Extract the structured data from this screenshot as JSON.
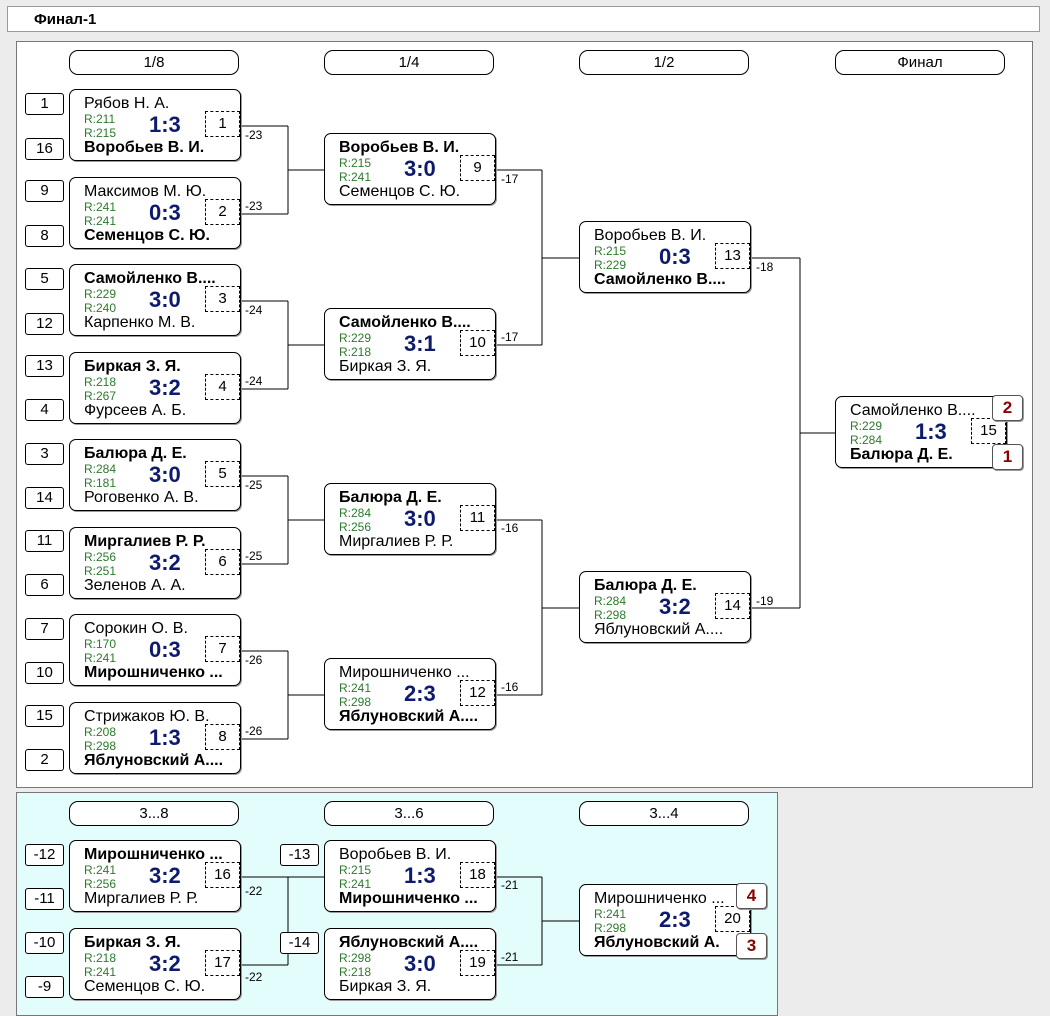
{
  "title": "Финал-1",
  "rounds": [
    "1/8",
    "1/4",
    "1/2",
    "Финал"
  ],
  "cons_rounds": [
    "3...8",
    "3...6",
    "3...4"
  ],
  "seeds": [
    "1",
    "16",
    "9",
    "8",
    "5",
    "12",
    "13",
    "4",
    "3",
    "14",
    "11",
    "6",
    "7",
    "10",
    "15",
    "2"
  ],
  "cons_seeds": [
    "-12",
    "-11",
    "-10",
    "-9",
    "-13",
    "-14"
  ],
  "matches": [
    {
      "p1": "Рябов Н. А.",
      "p2": "Воробьев В. И.",
      "r1": "R:211",
      "r2": "R:215",
      "score": "1:3",
      "num": "1",
      "winner": 2
    },
    {
      "p1": "Максимов М. Ю.",
      "p2": "Семенцов С. Ю.",
      "r1": "R:241",
      "r2": "R:241",
      "score": "0:3",
      "num": "2",
      "winner": 2
    },
    {
      "p1": "Самойленко В....",
      "p2": "Карпенко М. В.",
      "r1": "R:229",
      "r2": "R:240",
      "score": "3:0",
      "num": "3",
      "winner": 1
    },
    {
      "p1": "Биркая З. Я.",
      "p2": "Фурсеев А. Б.",
      "r1": "R:218",
      "r2": "R:267",
      "score": "3:2",
      "num": "4",
      "winner": 1
    },
    {
      "p1": "Балюра Д. Е.",
      "p2": "Роговенко А. В.",
      "r1": "R:284",
      "r2": "R:181",
      "score": "3:0",
      "num": "5",
      "winner": 1
    },
    {
      "p1": "Миргалиев Р. Р.",
      "p2": "Зеленов А. А.",
      "r1": "R:256",
      "r2": "R:251",
      "score": "3:2",
      "num": "6",
      "winner": 1
    },
    {
      "p1": "Сорокин О. В.",
      "p2": "Мирошниченко ...",
      "r1": "R:170",
      "r2": "R:241",
      "score": "0:3",
      "num": "7",
      "winner": 2
    },
    {
      "p1": "Стрижаков Ю. В.",
      "p2": "Яблуновский А....",
      "r1": "R:208",
      "r2": "R:298",
      "score": "1:3",
      "num": "8",
      "winner": 2
    },
    {
      "p1": "Воробьев В. И.",
      "p2": "Семенцов С. Ю.",
      "r1": "R:215",
      "r2": "R:241",
      "score": "3:0",
      "num": "9",
      "winner": 1
    },
    {
      "p1": "Самойленко В....",
      "p2": "Биркая З. Я.",
      "r1": "R:229",
      "r2": "R:218",
      "score": "3:1",
      "num": "10",
      "winner": 1
    },
    {
      "p1": "Балюра Д. Е.",
      "p2": "Миргалиев Р. Р.",
      "r1": "R:284",
      "r2": "R:256",
      "score": "3:0",
      "num": "11",
      "winner": 1
    },
    {
      "p1": "Мирошниченко ...",
      "p2": "Яблуновский А....",
      "r1": "R:241",
      "r2": "R:298",
      "score": "2:3",
      "num": "12",
      "winner": 2
    },
    {
      "p1": "Воробьев В. И.",
      "p2": "Самойленко В....",
      "r1": "R:215",
      "r2": "R:229",
      "score": "0:3",
      "num": "13",
      "winner": 2
    },
    {
      "p1": "Балюра Д. Е.",
      "p2": "Яблуновский А....",
      "r1": "R:284",
      "r2": "R:298",
      "score": "3:2",
      "num": "14",
      "winner": 1
    },
    {
      "p1": "Самойленко В....",
      "p2": "Балюра Д. Е.",
      "r1": "R:229",
      "r2": "R:284",
      "score": "1:3",
      "num": "15",
      "winner": 2
    },
    {
      "p1": "Мирошниченко ...",
      "p2": "Миргалиев Р. Р.",
      "r1": "R:241",
      "r2": "R:256",
      "score": "3:2",
      "num": "16",
      "winner": 1
    },
    {
      "p1": "Биркая З. Я.",
      "p2": "Семенцов С. Ю.",
      "r1": "R:218",
      "r2": "R:241",
      "score": "3:2",
      "num": "17",
      "winner": 1
    },
    {
      "p1": "Воробьев В. И.",
      "p2": "Мирошниченко ...",
      "r1": "R:215",
      "r2": "R:241",
      "score": "1:3",
      "num": "18",
      "winner": 2
    },
    {
      "p1": "Яблуновский А....",
      "p2": "Биркая З. Я.",
      "r1": "R:298",
      "r2": "R:218",
      "score": "3:0",
      "num": "19",
      "winner": 1
    },
    {
      "p1": "Мирошниченко ...",
      "p2": "Яблуновский А.",
      "r1": "R:241",
      "r2": "R:298",
      "score": "2:3",
      "num": "20",
      "winner": 2
    }
  ],
  "transitions": [
    "-23",
    "-23",
    "-24",
    "-24",
    "-25",
    "-25",
    "-26",
    "-26",
    "-17",
    "-17",
    "-16",
    "-16",
    "-18",
    "-19",
    "-22",
    "-22",
    "-21",
    "-21"
  ],
  "places": [
    "2",
    "1",
    "4",
    "3"
  ]
}
